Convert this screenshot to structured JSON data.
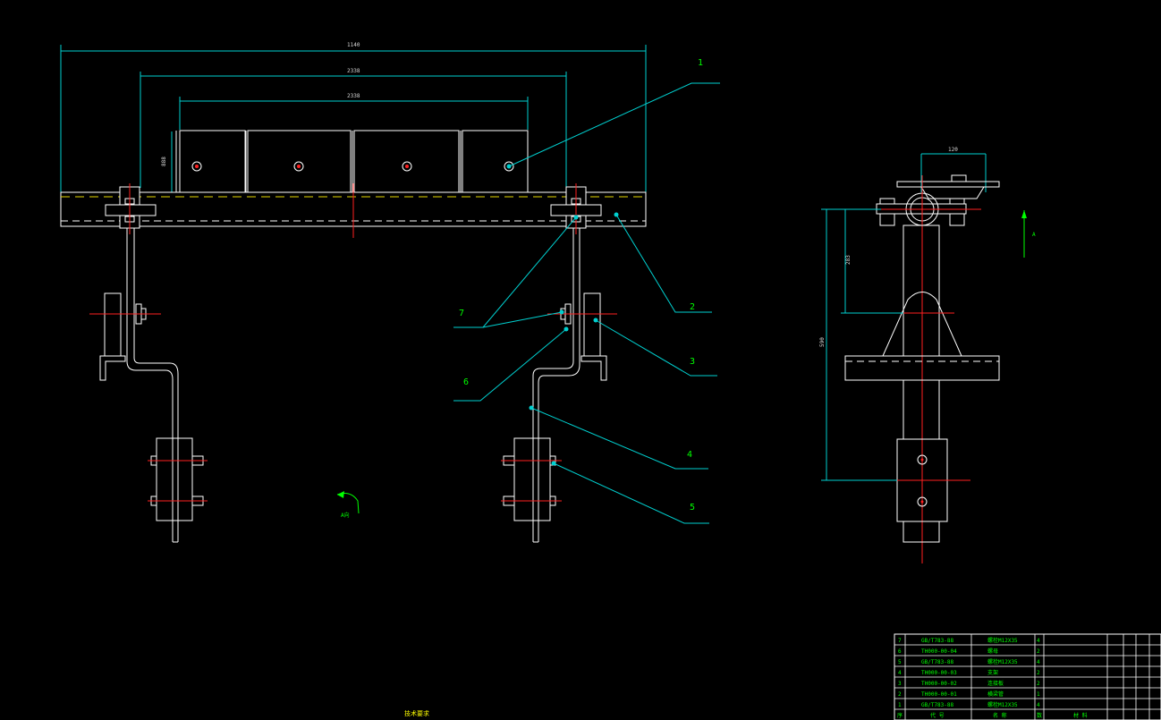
{
  "colors": {
    "background": "#000000",
    "geometry": "#ffffff",
    "leaders": "#00d0d0",
    "centerlines": "#ff2020",
    "hidden": "#e6d800",
    "labels": "#00ff00"
  },
  "front_view": {
    "dims": {
      "overall": "1140",
      "mid": "2338",
      "inner": "2338",
      "height": "888"
    },
    "view_mark": "A向"
  },
  "side_view": {
    "dims": {
      "top": "120",
      "short_v": "283",
      "long_v": "590"
    },
    "arrow_label": "A"
  },
  "callouts": [
    {
      "n": "1"
    },
    {
      "n": "2"
    },
    {
      "n": "3"
    },
    {
      "n": "4"
    },
    {
      "n": "5"
    },
    {
      "n": "6"
    },
    {
      "n": "7"
    }
  ],
  "bom": [
    {
      "no": "7",
      "code": "GB/T783-88",
      "name": "螺栓M12X35",
      "qty": "4",
      "note": ""
    },
    {
      "no": "6",
      "code": "TH000-00-04",
      "name": "螺母",
      "qty": "2",
      "note": ""
    },
    {
      "no": "5",
      "code": "GB/T783-88",
      "name": "螺栓M12X35",
      "qty": "4",
      "note": ""
    },
    {
      "no": "4",
      "code": "TH000-00-03",
      "name": "支架",
      "qty": "2",
      "note": ""
    },
    {
      "no": "3",
      "code": "TH000-00-02",
      "name": "连接板",
      "qty": "2",
      "note": ""
    },
    {
      "no": "2",
      "code": "TH000-00-01",
      "name": "横梁管",
      "qty": "1",
      "note": ""
    },
    {
      "no": "1",
      "code": "GB/T783-88",
      "name": "螺栓M12X35",
      "qty": "4",
      "note": ""
    }
  ],
  "bom_header": {
    "c1": "序",
    "c2": "代 号",
    "c3": "名 称",
    "c4": "数",
    "c5": "材 料"
  },
  "tech_title": "技术要求"
}
